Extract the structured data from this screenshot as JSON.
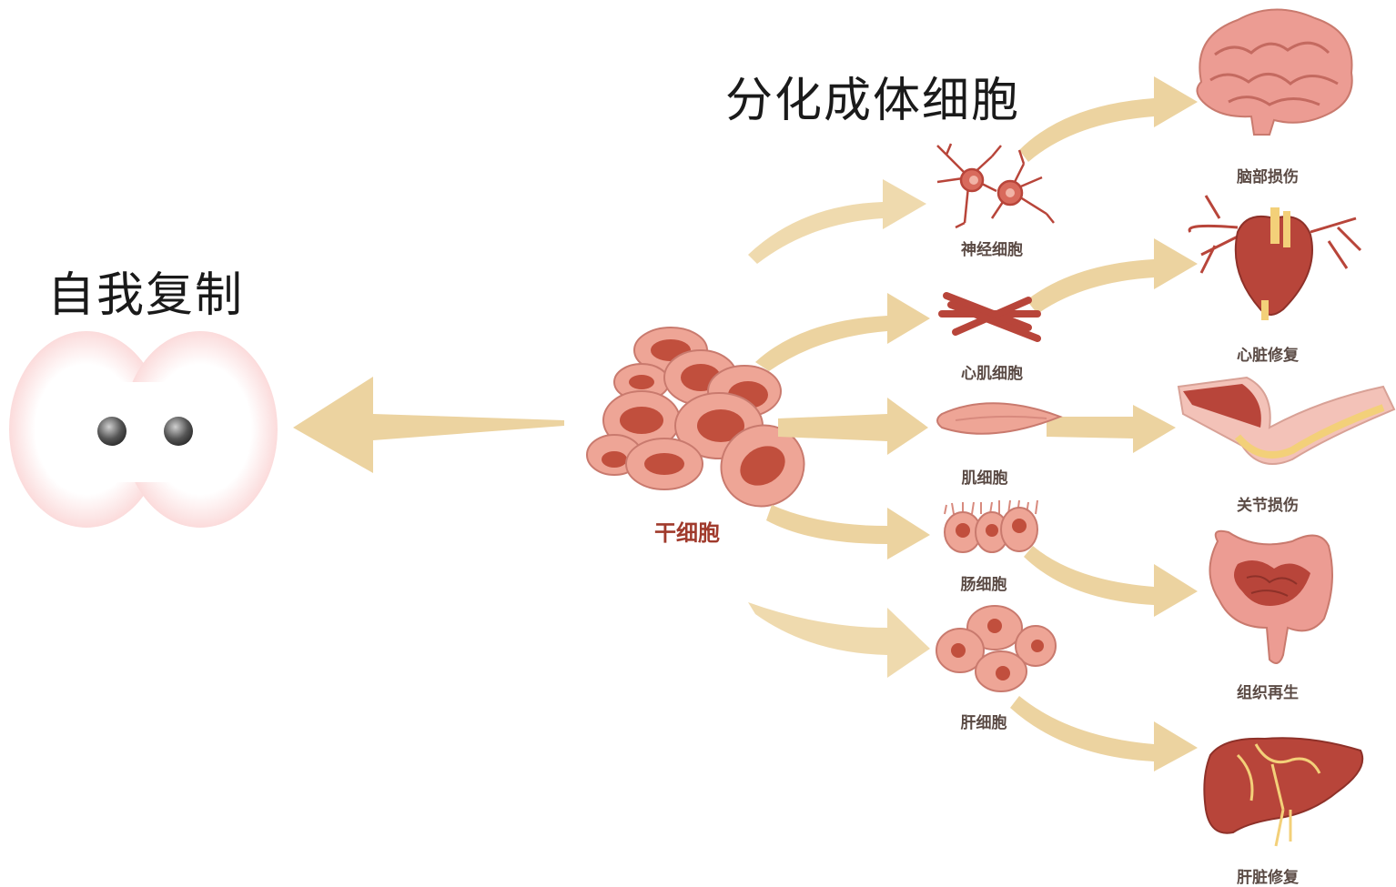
{
  "titles": {
    "self_renew": "自我复制",
    "differentiate": "分化成体细胞"
  },
  "stem_cell": {
    "label": "干细胞"
  },
  "cell_types": [
    {
      "label": "神经细胞",
      "outcome": "脑部损伤"
    },
    {
      "label": "心肌细胞",
      "outcome": "心脏修复"
    },
    {
      "label": "肌细胞",
      "outcome": "关节损伤"
    },
    {
      "label": "肠细胞",
      "outcome": "组织再生"
    },
    {
      "label": "肝细胞",
      "outcome": "肝脏修复"
    }
  ],
  "colors": {
    "arrow": "#ecd3a0",
    "cell_fill": "#eea596",
    "cell_outline": "#c97a6e",
    "nucleus": "#c14f3d",
    "organ": "#b8453a",
    "label": "#5a4a44",
    "stem_label": "#a03a2c"
  }
}
